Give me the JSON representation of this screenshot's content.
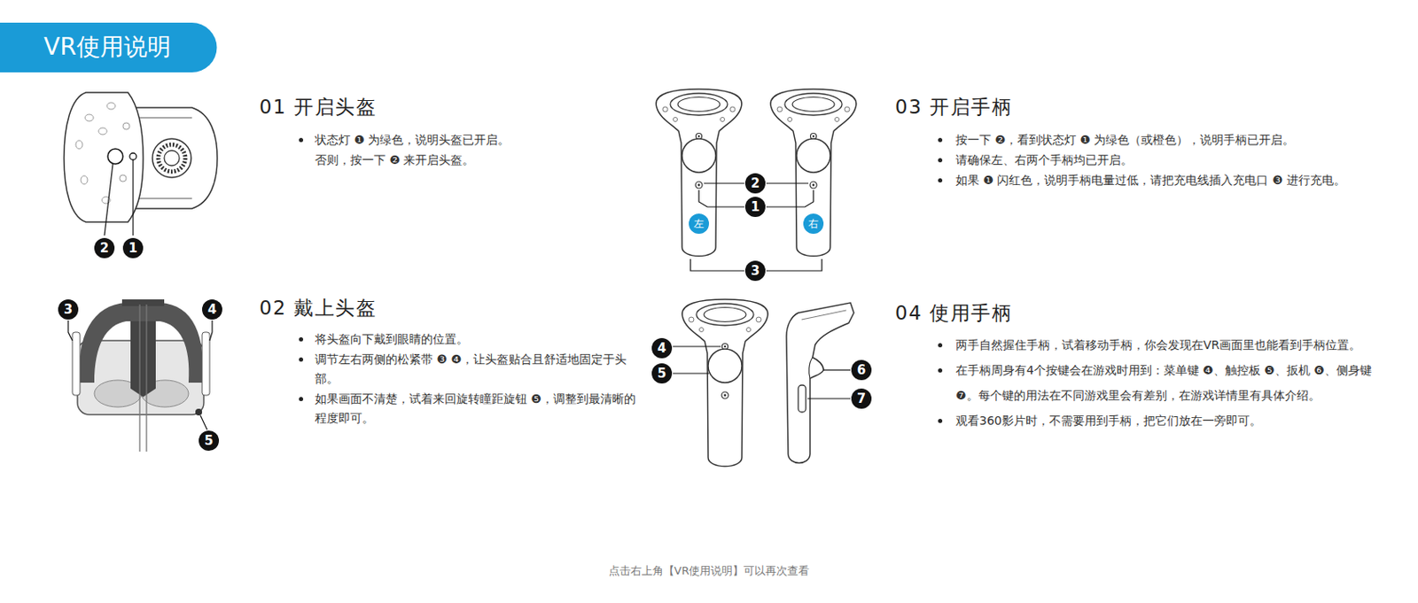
{
  "diagram": {
    "title": "VR使用说明",
    "caption": "点击右上角【VR使用说明】可以再次查看",
    "labels": [
      "2",
      "1",
      "01 开启头盔",
      "状态灯 ❶ 为绿色，说明头盔已开启。",
      "否则，按一下 ❷ 来开启头盔。",
      "2",
      "1",
      "左",
      "右",
      "3",
      "03 开启手柄",
      "按一下 ❷，看到状态灯 ❶ 为绿色（或橙色），说明手柄已开启。",
      "请确保左、右两个手柄均已开启。",
      "如果 ❶ 闪红色，说明手柄电量过低，请把充电线插入充电口 ❸ 进行充电。",
      "3",
      "4",
      "5",
      "02 戴上头盔",
      "将头盔向下戴到眼睛的位置。",
      "调节左右两侧的松紧带 ❸ ❹，让头盔贴合且舒适地固定于头部。",
      "如果画面不清楚，试着来回旋转瞳距旋钮 ❺，调整到最清晰的程度即可。",
      "4",
      "5",
      "6",
      "7",
      "04 使用手柄",
      "两手自然握住手柄，试着移动手柄，你会发现在VR画面里也能看到手柄位置。",
      "在手柄周身有4个按键会在游戏时用到：菜单键 ❹、触控板 ❺、扳机 ❻、侧身键 ❼。每个键的用法在不同游戏里会有差别，在游戏详情里有具体介绍。",
      "观看360影片时，不需要用到手柄，把它们放在一旁即可。"
    ]
  }
}
